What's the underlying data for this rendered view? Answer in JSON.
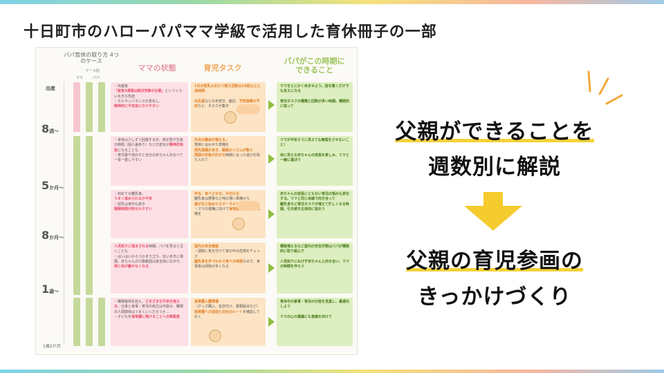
{
  "slide": {
    "title": "十日町市のハローパパママ学級で活用した育休冊子の一部"
  },
  "booklet": {
    "header_note": "パパ育休の取り方\n4つのケース",
    "small_tags": [
      "ママ",
      "パパ",
      "ケース別"
    ],
    "column_titles": {
      "mama": "ママの状態",
      "task": "育児タスク",
      "papa": "パパがこの時期に\nできること"
    },
    "axis": [
      {
        "big": "出産",
        "sm": ""
      },
      {
        "big": "8",
        "sm": "週〜"
      },
      {
        "big": "5",
        "sm": "か月〜"
      },
      {
        "big": "8",
        "sm": "か月〜"
      },
      {
        "big": "1",
        "sm": "歳〜"
      }
    ],
    "bottom_note": "1歳2か月",
    "mama_rows": [
      {
        "a": "・出産後",
        "hl": "「産後3週間は絶対安静が必要」",
        "b": "というくらい大きな負担",
        "c": "・ホルモンバランスが変化し、",
        "hl2": "精神的に不安定になりやすい"
      },
      {
        "a": "・身体は少しずつ回復するが、夜が昼や生後の時間（個人差あり）などの変化が",
        "hl": "精神的負担",
        "b": "になることも",
        "c": "・育児書や他の子と自分の赤ちゃんを比べて一喜一憂しやすい",
        "hl2": ""
      },
      {
        "a": "・初めての離乳食。",
        "hl": "うまく進められるか不安",
        "b": "・授乳は夜中も続き",
        "c": "",
        "hl2": "睡眠時間が削られやすい"
      },
      {
        "a": "",
        "hl": "人見知りに悩まされる",
        "b": "時期。パパを見ると泣くことも",
        "c": "・はいはいからつかまり立ち、伝い歩きに発展。赤ちゃんの行動範囲は家全体に広がり、",
        "hl2": "常に目が離せなくなる"
      },
      {
        "a": "・職場復帰を控え、",
        "hl": "さまざまな不安を抱える",
        "b": "。仕事と家事・育児の両立は可能か、職場の人間関係はうまくいくだろうか…",
        "c": "・子どもを",
        "hl2": "保育園に預けることへの罪悪感"
      }
    ],
    "task_rows": [
      {
        "hl": "1日の授乳＆おむつ替え回数は10回以上と長時間",
        "b": "",
        "hl2": "出生届",
        "c": "などの手続き、健診、",
        "hl3": "予防接種の予約",
        "d": "など、タスクが集中"
      },
      {
        "hl": "外出の機会が増える。",
        "b": "季節に合わせた準備を",
        "hl2": "授乳間隔があき、睡眠のリズムが整う",
        "c": "",
        "hl3": "周囲の対象が広がる",
        "d": "時期に合った遊びを取り入れて"
      },
      {
        "hl": "作る、食べさせる、片付ける",
        "b": "離乳食は野菜など味の薄い準備から",
        "hl2": "歯が生え始めたらオーラルケアを",
        "c": "・ママの復職に向けて",
        "hl3": "保育園見学",
        "d": "などの準備を"
      },
      {
        "hl": "室内の安全確認",
        "b": "・誤飲に気を付けて家の中の危険をチェック",
        "hl2": "離乳食を手づかみで食べる時期",
        "c": "なので、食事後は掃除が多くなる",
        "hl3": "",
        "d": ""
      },
      {
        "hl": "保育園入園準備",
        "b": "（グッズ購入、名前付け、書類提出など）",
        "hl2": "保育園への送迎と出社のルート",
        "c": "を確認しておく",
        "hl3": "",
        "d": ""
      }
    ],
    "papa_rows": [
      [
        "ママをとにかく休ませよう。話を聞くだけでも支えになる",
        "育児タスクの種類と回数が多い時期。積極的に担って"
      ],
      [
        "ママが平気そうに見えても無理をさせないこと！",
        "目に見える赤ちゃんの成長を楽しみ、ママと一緒に喜ぼう"
      ],
      [
        "赤ちゃんの成長にともない育児の悩みも変化する。ママと同じ目線で向き合って",
        "離乳食など育児タスクが増えて忙しくなる時期。引き続き主体的に担おう"
      ],
      [
        "積極増えるなど室内の安全対策はパパが積極的に取り組んで",
        "人見知りにめげず赤ちゃんと向き合い、ママの時間を作ろう"
      ],
      [
        "育休中の家事・育児の分担を見直し、最適化しよう",
        "ママの心の葛藤にも意識を向けて"
      ]
    ]
  },
  "message": {
    "line1": "父親ができることを",
    "line2": "週数別に解説",
    "line3": "父親の育児参画の",
    "line4": "きっかけづくり"
  },
  "colors": {
    "accent_yellow": "#f5d23a",
    "arrow_yellow": "#f5cc2e"
  }
}
